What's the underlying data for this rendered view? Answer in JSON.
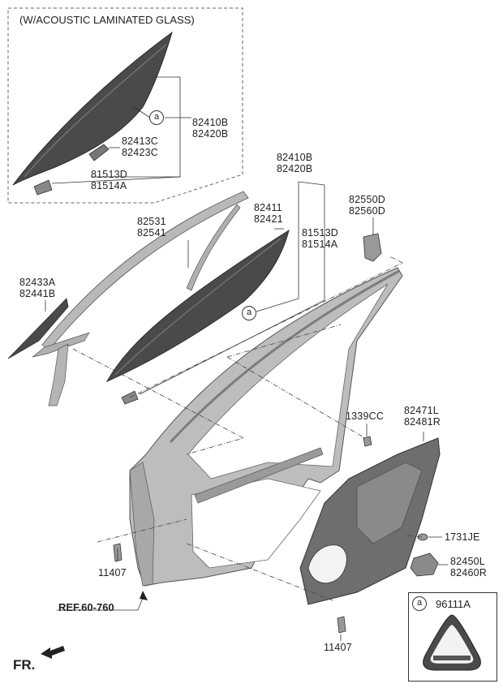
{
  "inset_title": "(W/ACOUSTIC LAMINATED GLASS)",
  "callout_mark": "a",
  "ref_label": "REF.60-760",
  "fr_label": "FR.",
  "part_labels": {
    "glass_inset_a": [
      "82410B",
      "82420B"
    ],
    "glass_inset_b": [
      "82413C",
      "82423C"
    ],
    "glass_inset_c": [
      "81513D",
      "81514A"
    ],
    "glass_main": [
      "82410B",
      "82420B"
    ],
    "glass_run": [
      "82411",
      "82421"
    ],
    "channel": [
      "81513D",
      "81514A"
    ],
    "weatherstrip": [
      "82531",
      "82541"
    ],
    "quarter_glass": [
      "82433A",
      "82441B"
    ],
    "hinge_bracket": [
      "82550D",
      "82560D"
    ],
    "bolt_center": [
      "1339CC"
    ],
    "module_panel": [
      "82471L",
      "82481R"
    ],
    "grommet": [
      "1731JE"
    ],
    "motor": [
      "82450L",
      "82460R"
    ],
    "screw_left": [
      "11407"
    ],
    "screw_bottom": [
      "11407"
    ],
    "label_part": [
      "96111A"
    ]
  },
  "colors": {
    "glass": "#4a4a4a",
    "frame": "#b9b9b9",
    "frame_dark": "#8a8a8a",
    "panel": "#6e6e6e",
    "line": "#333333"
  }
}
